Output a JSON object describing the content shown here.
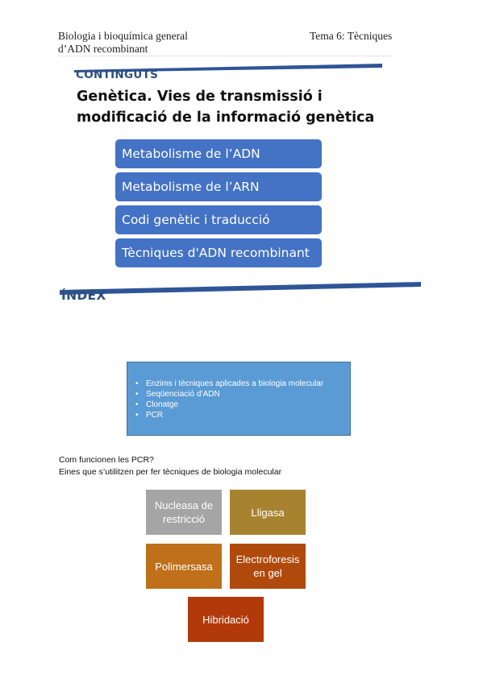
{
  "header": {
    "course_line1": "Biologia i bioquímica general",
    "course_line2": "d’ADN recombinant",
    "topic": "Tema 6: Tècniques"
  },
  "contents_banner": {
    "title": "CONTINGUTS",
    "color": "#2f5597"
  },
  "contents": {
    "title": "Genètica. Vies de transmissió i modificació de la informació genètica",
    "items": [
      "Metabolisme de l’ADN",
      "Metabolisme de l’ARN",
      "Codi genètic i traducció",
      "Tècniques d'ADN recombinant"
    ],
    "item_color": "#4472c4"
  },
  "index_banner": {
    "title": "ÍNDEX",
    "color": "#2f5597"
  },
  "index": {
    "items": [
      "Enzims i tècniques aplicades a  biologia molecular",
      "Seqüenciació d’ADN",
      "Clonatge",
      "PCR"
    ],
    "box_color": "#5b9bd5"
  },
  "questions": {
    "line1": "Com funcionen les PCR?",
    "line2": "Eines que s’utilitzen per fer tècniques de biologia molecular"
  },
  "tools": [
    {
      "label": "Nucleasa de restricció",
      "color": "#a5a5a5"
    },
    {
      "label": "Lligasa",
      "color": "#a8832f"
    },
    {
      "label": "Polimersasa",
      "color": "#c0701a"
    },
    {
      "label": "Electroforesis en gel",
      "color": "#b04a0c"
    },
    {
      "label": "Hibridació",
      "color": "#b23a0a"
    }
  ]
}
